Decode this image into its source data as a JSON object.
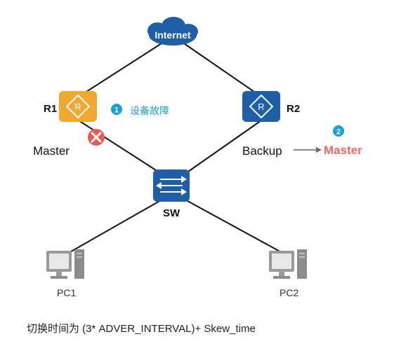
{
  "nodes": {
    "internet": "Internet",
    "r1": "R1",
    "r2": "R2",
    "switch": "SW",
    "pc1": "PC1",
    "pc2": "PC2"
  },
  "roles": {
    "r1_role": "Master",
    "r2_role": "Backup",
    "r2_new_role": "Master"
  },
  "steps": {
    "step1_number": "1",
    "step1_text": "设备故障",
    "step2_number": "2"
  },
  "footer_note": "切换时间为 (3* ADVER_INTERVAL)+ Skew_time",
  "colors": {
    "router_r1": "#f0a830",
    "router_r2": "#1f5fa8",
    "switch": "#1f5fa8",
    "internet_cloud": "#1f5fa8",
    "step_badge": "#1a9fd8",
    "fault_mark": "#e85b52",
    "new_master_text": "#ea6b66",
    "pc": "#8c8c8c"
  }
}
